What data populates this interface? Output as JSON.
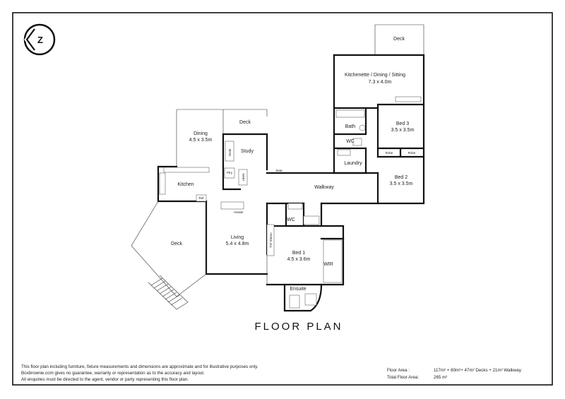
{
  "title": "FLOOR PLAN",
  "logo_letter": "Z",
  "rooms": {
    "deck_top": "Deck",
    "kitchenette_name": "Kitchenette / Dining / Sitting",
    "kitchenette_dim": "7.3 x 4.0m",
    "bath": "Bath",
    "wc_upper": "WC",
    "laundry": "Laundry",
    "bed3_name": "Bed 3",
    "bed3_dim": "3.5 x 3.5m",
    "robe_a": "Robe",
    "robe_b": "Robe",
    "bed2_name": "Bed 2",
    "bed2_dim": "3.5 x 3.5m",
    "dining_name": "Dining",
    "dining_dim": "4.5 x 3.5m",
    "deck_mid": "Deck",
    "study": "Study",
    "desk": "Desk",
    "pantry": "Ptry",
    "linen": "Linen",
    "seat": "Seat",
    "kitchen": "Kitchen",
    "fridge": "Ref",
    "walkway": "Walkway",
    "deck_left": "Deck",
    "heater": "Heater",
    "living_name": "Living",
    "living_dim": "5.4 x 4.8m",
    "tv_stereo": "TV/ Stereo",
    "wc_lower": "WC",
    "bed1_name": "Bed 1",
    "bed1_dim": "4.5 x 3.6m",
    "wir": "WIR",
    "ensuite": "Ensuite"
  },
  "disclaimer": [
    "This floor plan including furniture, fixture measurements and dimensions are approximate and for illustrative purposes only.",
    "Boxbrownie.com gives no guarantee, warranty or representation as to the accuracy and layout.",
    "All enquiries must be directed to the agent, vendor or party representing this floor plan."
  ],
  "area": {
    "floor_area_label": "Floor Area :",
    "floor_area_value": "117m² + 80m²+ 47m² Decks + 21m² Walkway",
    "total_label": "Total Floor Area:",
    "total_value": "265 m²"
  },
  "colors": {
    "wall": "#111111",
    "frame": "#111111",
    "background": "#ffffff"
  }
}
